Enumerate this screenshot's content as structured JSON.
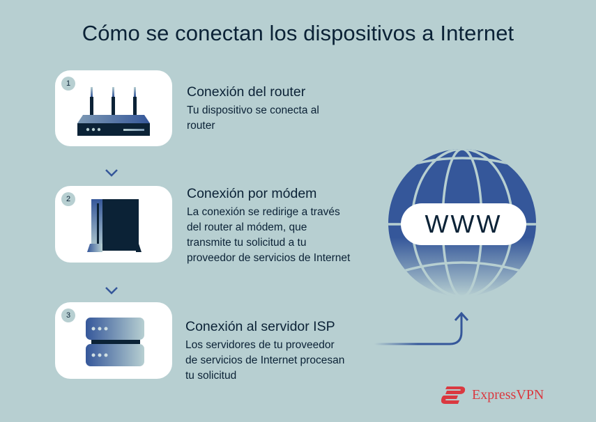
{
  "title": "Cómo se conectan los dispositivos a Internet",
  "steps": [
    {
      "number": "1",
      "title": "Conexión del router",
      "description_lines": [
        "Tu dispositivo se conecta al",
        "router"
      ],
      "icon": "router-icon"
    },
    {
      "number": "2",
      "title": "Conexión por módem",
      "description_lines": [
        "La conexión se redirige a través",
        "del router al módem, que",
        "transmite tu solicitud a tu",
        "proveedor de servicios de Internet"
      ],
      "icon": "modem-icon"
    },
    {
      "number": "3",
      "title": "Conexión al servidor ISP",
      "description_lines": [
        "Los servidores de tu proveedor",
        "de servicios de Internet procesan",
        "tu solicitud"
      ],
      "icon": "server-icon"
    }
  ],
  "globe": {
    "label": "WWW",
    "icon": "globe-icon"
  },
  "brand": {
    "name": "ExpressVPN",
    "color": "#da3940"
  },
  "colors": {
    "background": "#b7cfd1",
    "navy": "#0b2236",
    "blue": "#35579a"
  }
}
